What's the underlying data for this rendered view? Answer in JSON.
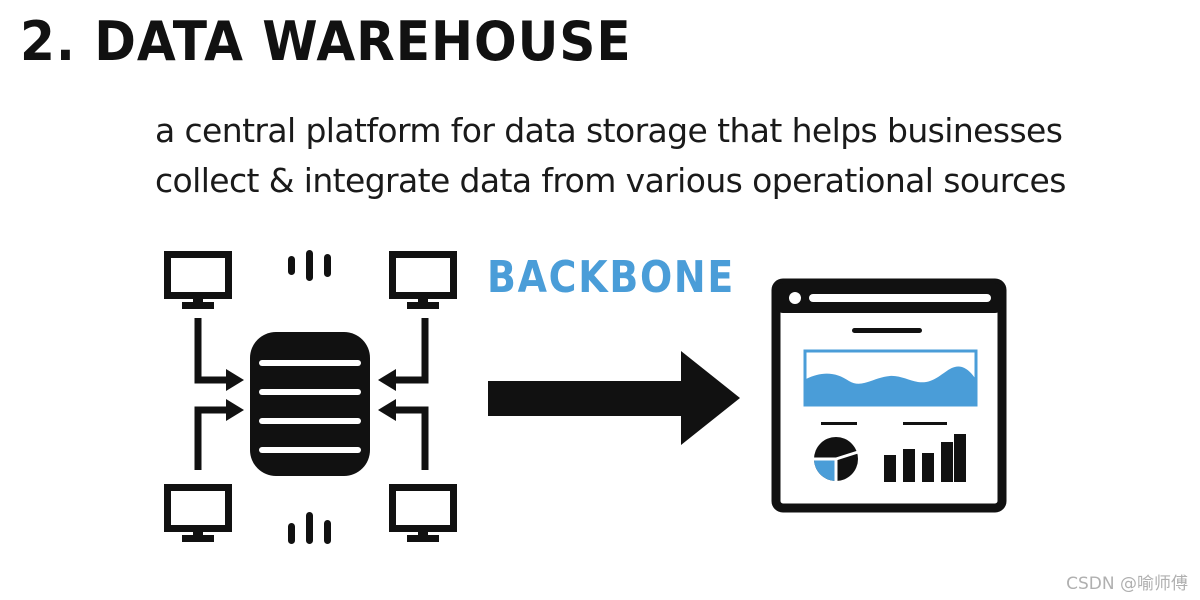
{
  "title": "2. DATA WAREHOUSE",
  "description": {
    "line1": "a central platform for data storage that helps businesses",
    "line2": "collect & integrate data from various operational sources"
  },
  "backbone_label": "BACKBONE",
  "watermark": "CSDN @喻师傅",
  "colors": {
    "ink": "#111111",
    "accent_blue": "#4a9dd8"
  },
  "icons": {
    "sources": "monitor-icon",
    "hub": "database-icon",
    "flow": "arrow-right-icon",
    "destination": "dashboard-browser-icon"
  }
}
